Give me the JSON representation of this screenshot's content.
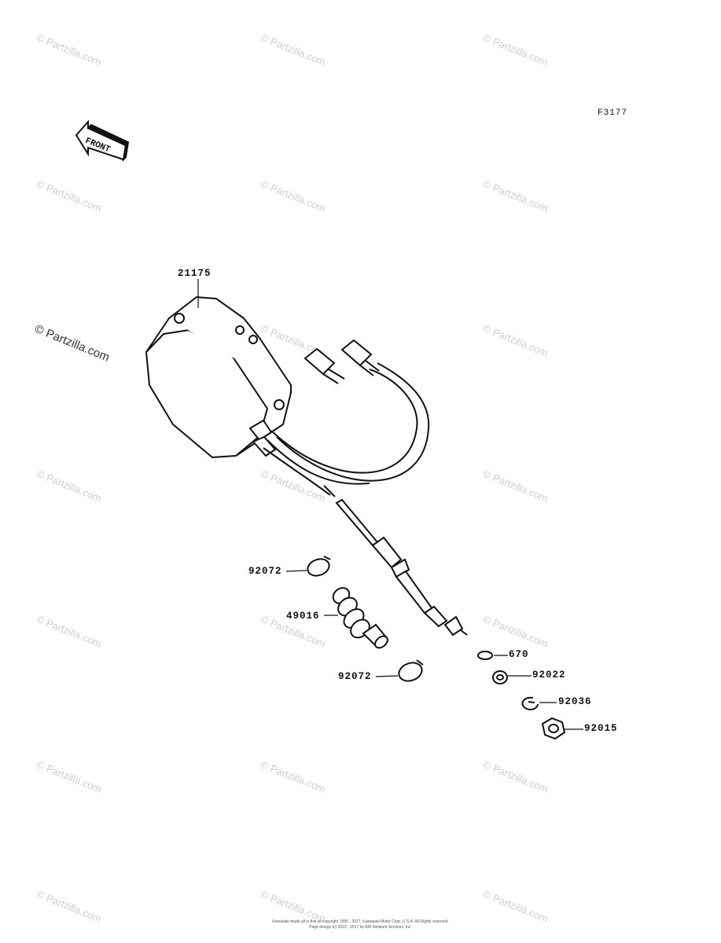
{
  "watermark": "© Partzilla.com",
  "figure_code": "F3177",
  "front_arrow_label": "FRONT",
  "parts": {
    "p21175": "21175",
    "p92072a": "92072",
    "p49016": "49016",
    "p92072b": "92072",
    "p670": "670",
    "p92022": "92022",
    "p92036": "92036",
    "p92015": "92015"
  },
  "footer": {
    "line1": "Kawasaki made all in this all copyright 1995 - 2017, Kawasaki Motor Corp. U.S.A. All Rights reserved.",
    "line2": "Page design (c) 2022 - 2017 by ARI Network Services, Inc."
  }
}
